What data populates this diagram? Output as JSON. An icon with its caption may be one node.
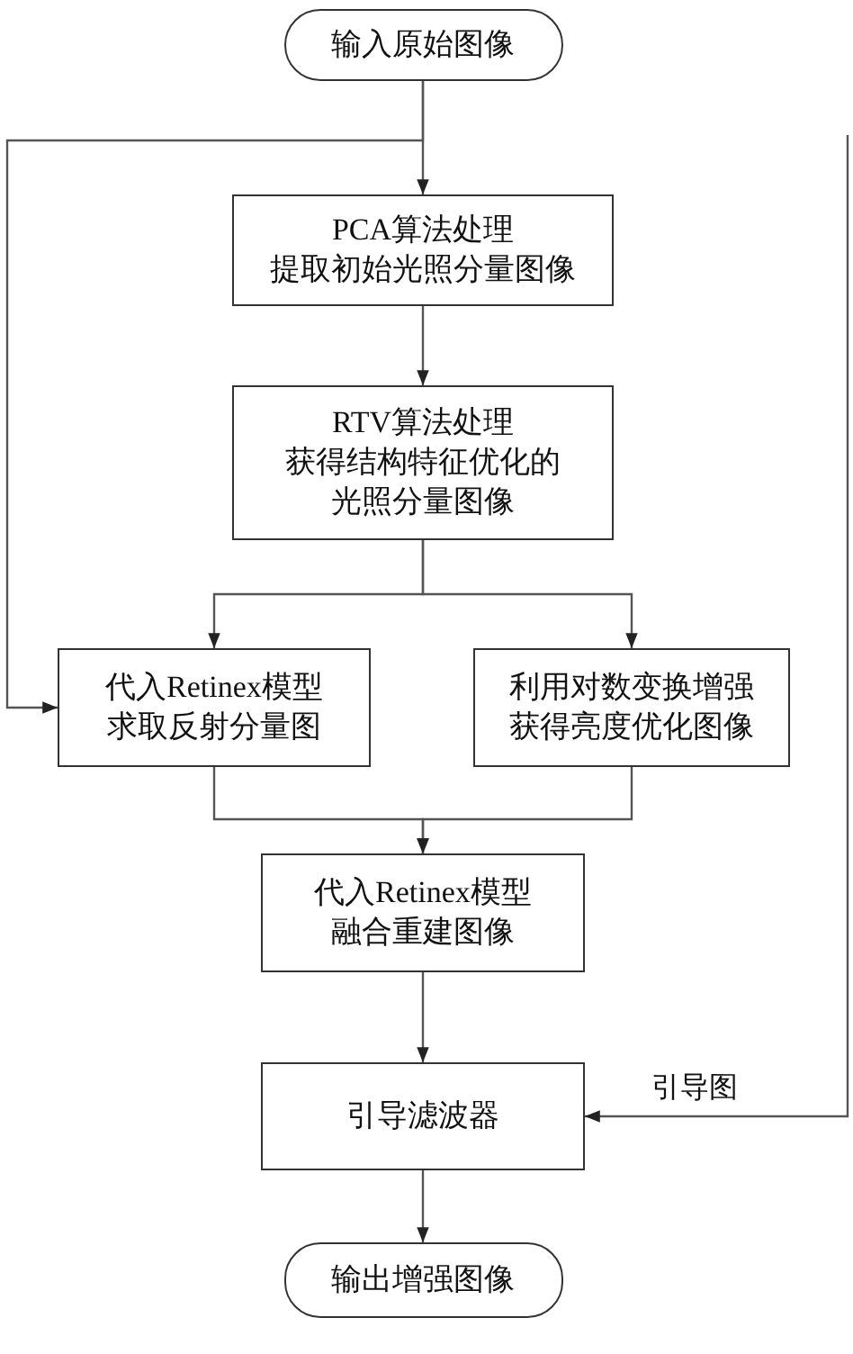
{
  "diagram": {
    "nodes": [
      {
        "text": [
          "输入原始图像"
        ]
      },
      {
        "text": [
          "PCA算法处理提取初始光照分量图像"
        ]
      },
      {
        "text": [
          "RTV算法处理获得结构特征优化的光照分量图像"
        ]
      },
      {
        "text": [
          "代入Retinex模型求取反射分量图"
        ]
      },
      {
        "text": [
          "利用对数变换增强获得亮度优化图像"
        ]
      },
      {
        "text": [
          "代入Retinex模型融合重建图像"
        ]
      },
      {
        "text": [
          "引导滤波器"
        ]
      },
      {
        "text": [
          "输出增强图像"
        ]
      }
    ],
    "edges": [
      {
        "from": 0,
        "to": 1,
        "arrow": "to"
      },
      {
        "from": 0,
        "to": 3,
        "arrow": "to"
      },
      {
        "from": 1,
        "to": 2,
        "arrow": "to"
      },
      {
        "from": 2,
        "to": 3,
        "arrow": "to"
      },
      {
        "from": 2,
        "to": 4,
        "arrow": "to"
      },
      {
        "from": 3,
        "to": 5,
        "arrow": "to"
      },
      {
        "from": 4,
        "to": 5,
        "arrow": "to"
      },
      {
        "from": 5,
        "to": 6,
        "arrow": "to"
      },
      {
        "from": null,
        "to": 6,
        "label": "引导图",
        "arrow": "to"
      },
      {
        "from": 6,
        "to": 7,
        "arrow": "to"
      }
    ]
  }
}
